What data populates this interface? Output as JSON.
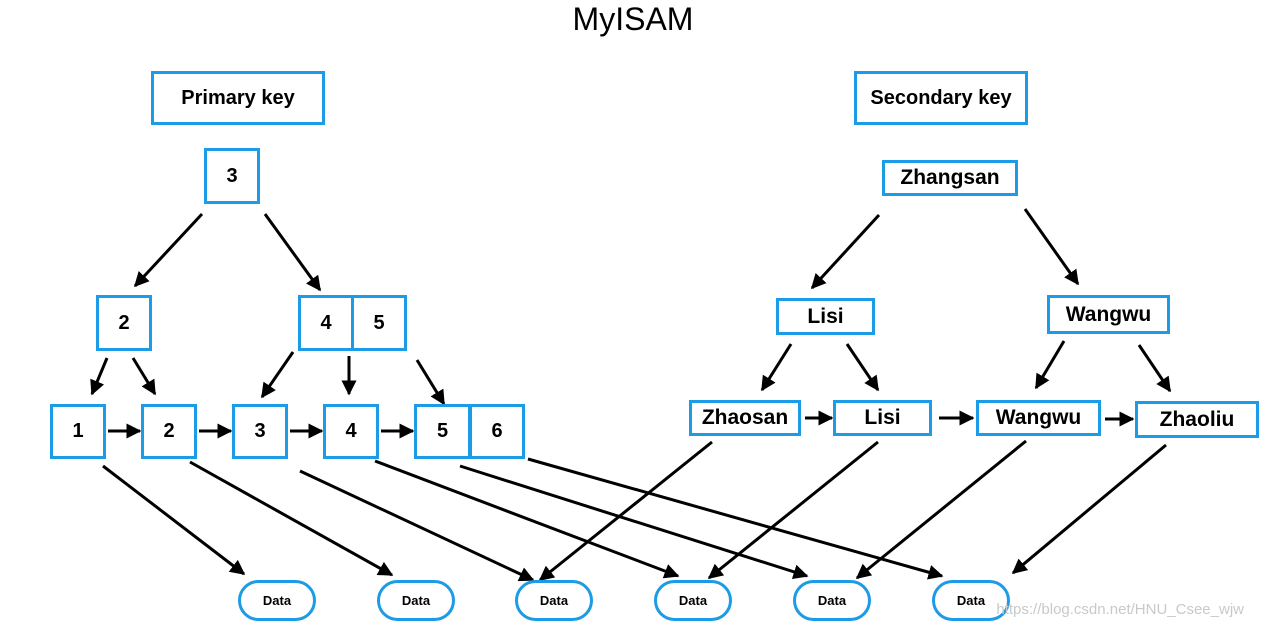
{
  "title": "MyISAM",
  "primary": {
    "label": "Primary key",
    "root": "3",
    "level2": {
      "left": "2",
      "right_a": "4",
      "right_b": "5"
    },
    "leaves": [
      "1",
      "2",
      "3",
      "4",
      "5",
      "6"
    ]
  },
  "secondary": {
    "label": "Secondary key",
    "root": "Zhangsan",
    "level2": {
      "left": "Lisi",
      "right": "Wangwu"
    },
    "leaves": [
      "Zhaosan",
      "Lisi",
      "Wangwu",
      "Zhaoliu"
    ]
  },
  "data_nodes": [
    "Data",
    "Data",
    "Data",
    "Data",
    "Data",
    "Data"
  ],
  "watermark": "https://blog.csdn.net/HNU_Csee_wjw",
  "colors": {
    "node_border": "#1c9be6",
    "arrow": "#000000"
  }
}
